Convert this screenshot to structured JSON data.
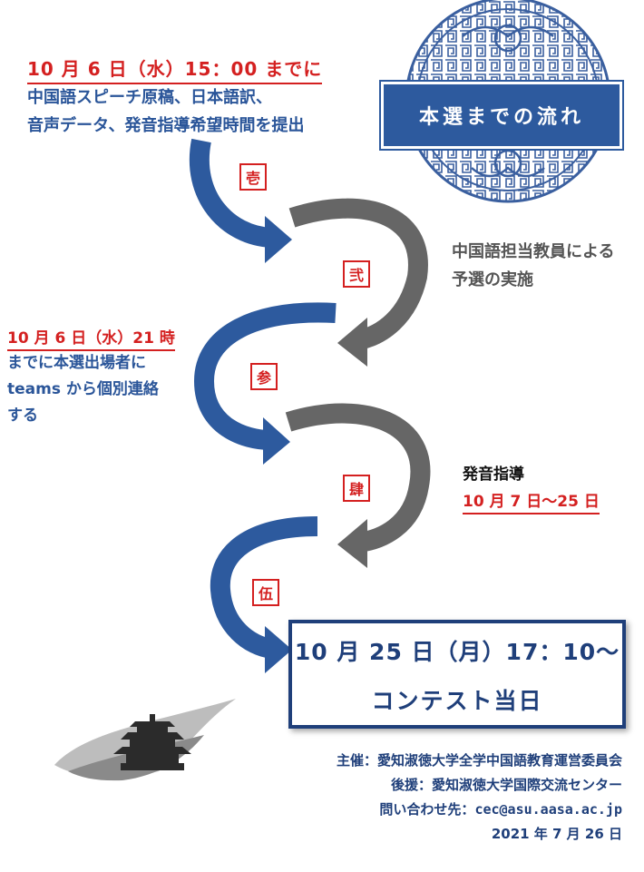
{
  "title": "本選までの流れ",
  "step1": {
    "seal": "壱",
    "date": "10 月 6 日（水）15：00 までに",
    "lines": [
      "中国語スピーチ原稿、日本語訳、",
      "音声データ、発音指導希望時間を提出"
    ]
  },
  "step2": {
    "seal": "弐",
    "lines": [
      "中国語担当教員による",
      "予選の実施"
    ]
  },
  "step3": {
    "seal": "参",
    "date": "10 月 6 日（水）21 時",
    "lines": [
      "までに本選出場者に",
      "teams から個別連絡",
      "する"
    ]
  },
  "step4": {
    "seal": "肆",
    "title": "発音指導",
    "date": "10 月 7 日～25 日"
  },
  "step5": {
    "seal": "伍"
  },
  "final": {
    "date": "10 月 25 日（月）17：10～",
    "label": "コンテスト当日"
  },
  "footer": {
    "organizer": "主催：愛知淑徳大学全学中国語教育運営委員会",
    "support": "後援：愛知淑徳大学国際交流センター",
    "contact_label": "問い合わせ先：",
    "contact_email": "cec@asu.aasa.ac.jp",
    "issued": "2021 年 7 月 26 日"
  },
  "colors": {
    "blue": "#2d5a9e",
    "gray": "#666666",
    "red": "#d42020",
    "navy": "#1f3f7a"
  }
}
